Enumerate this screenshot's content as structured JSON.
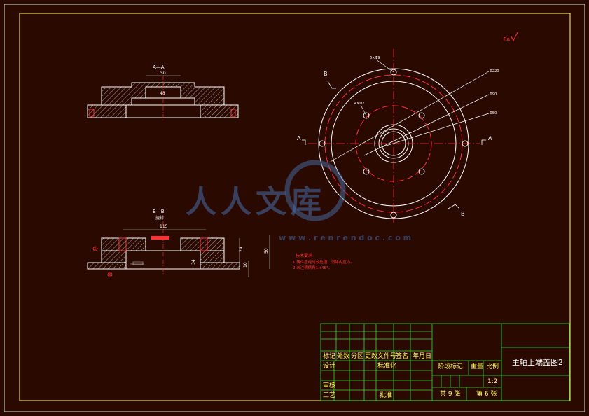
{
  "views": {
    "section_aa": {
      "label": "A—A",
      "dim_top": "50",
      "dim_inner": "48"
    },
    "section_bb": {
      "label": "B—B",
      "sublabel": "旋转",
      "dim_top": "115",
      "dim_h1": "24",
      "dim_h2": "50",
      "dim_small": "10",
      "dim_inner": "34",
      "note_left": "3",
      "note_bottom": "8"
    },
    "plan": {
      "mark_b_top": "B",
      "mark_b_bottom": "B",
      "mark_a_left": "A",
      "mark_a_right": "A",
      "leader_1": "Φ220",
      "leader_2": "Φ90",
      "leader_3": "Φ50",
      "hole_label_1": "6×Φ9",
      "hole_label_2": "4×Φ7"
    }
  },
  "notes": {
    "title": "技术要求",
    "line1": "1.铸件应经时效处理，消除内应力。",
    "line2": "2.未注明倒角1×45°。"
  },
  "title_block": {
    "drawing_title": "主轴上端盖图2",
    "headers": [
      "标记",
      "处数",
      "分区",
      "更改文件号",
      "签名",
      "年月日"
    ],
    "row_design": "设计",
    "row_standard": "标准化",
    "row_review": "审核",
    "row_process": "工艺",
    "row_approve": "批准",
    "stage_mark": "阶段标记",
    "weight": "重量",
    "scale": "比例",
    "scale_value": "1:2",
    "total_sheets": "共 9 张",
    "sheet_no": "第 6 张"
  },
  "watermark": {
    "text": "人人文库",
    "url": "w w w . r e n r e n d o c . c o m"
  }
}
